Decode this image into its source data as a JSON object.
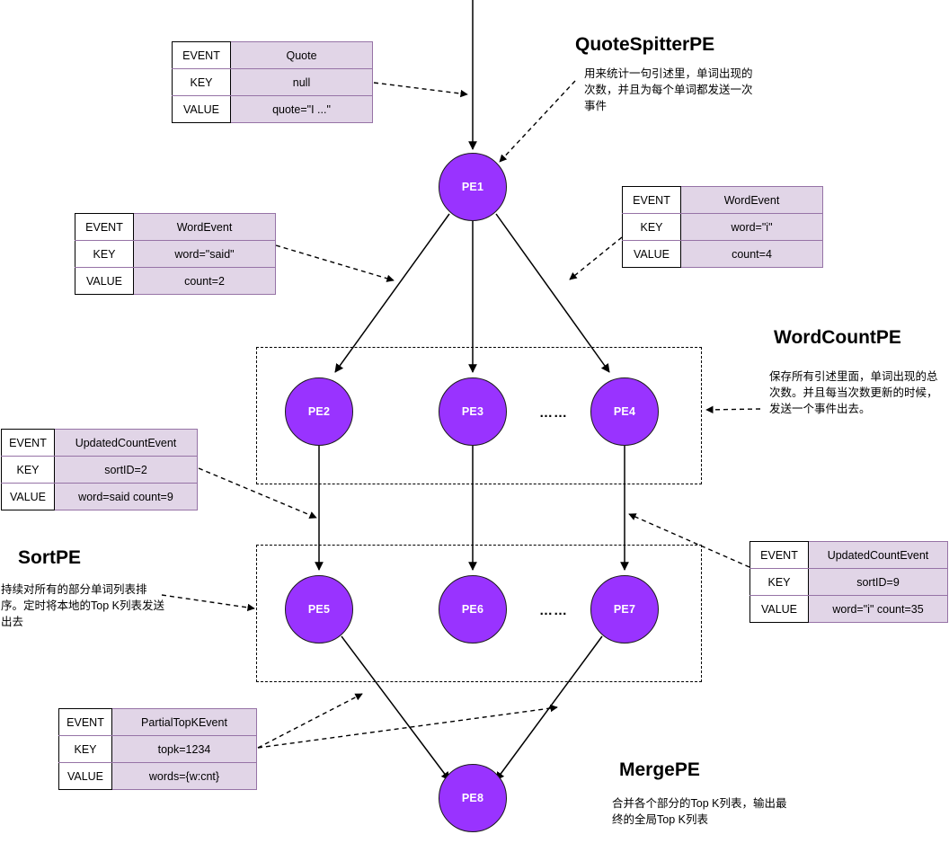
{
  "diagram": {
    "title_nodes": [
      {
        "id": "PE1",
        "label": "PE1"
      },
      {
        "id": "PE2",
        "label": "PE2"
      },
      {
        "id": "PE3",
        "label": "PE3"
      },
      {
        "id": "PE4",
        "label": "PE4"
      },
      {
        "id": "PE5",
        "label": "PE5"
      },
      {
        "id": "PE6",
        "label": "PE6"
      },
      {
        "id": "PE7",
        "label": "PE7"
      },
      {
        "id": "PE8",
        "label": "PE8"
      }
    ],
    "ellipsis": "……",
    "node_color": "#9933ff",
    "node_text_color": "#ffffff",
    "table_value_color": "#e1d5e7",
    "table_border_color": "#9673a6"
  },
  "sections": {
    "quote_spitter": {
      "title": "QuoteSpitterPE",
      "desc": "用来统计一句引述里，单词出现的次数，并且为每个单词都发送一次事件"
    },
    "word_count": {
      "title": "WordCountPE",
      "desc": "保存所有引述里面，单词出现的总次数。并且每当次数更新的时候，发送一个事件出去。"
    },
    "sort": {
      "title": "SortPE",
      "desc": "持续对所有的部分单词列表排序。定时将本地的Top K列表发送出去"
    },
    "merge": {
      "title": "MergePE",
      "desc": "合并各个部分的Top K列表，输出最终的全局Top K列表"
    }
  },
  "event_tables": {
    "labels": {
      "event": "EVENT",
      "key": "KEY",
      "value": "VALUE"
    },
    "quote": {
      "event": "Quote",
      "key": "null",
      "value": "quote=\"I ...\""
    },
    "word_event_said": {
      "event": "WordEvent",
      "key": "word=\"said\"",
      "value": "count=2"
    },
    "word_event_i": {
      "event": "WordEvent",
      "key": "word=\"i\"",
      "value": "count=4"
    },
    "updated_count_said": {
      "event": "UpdatedCountEvent",
      "key": "sortID=2",
      "value": "word=said count=9"
    },
    "updated_count_i": {
      "event": "UpdatedCountEvent",
      "key": "sortID=9",
      "value": "word=\"i\" count=35"
    },
    "partial_topk": {
      "event": "PartialTopKEvent",
      "key": "topk=1234",
      "value": "words={w:cnt}"
    }
  }
}
